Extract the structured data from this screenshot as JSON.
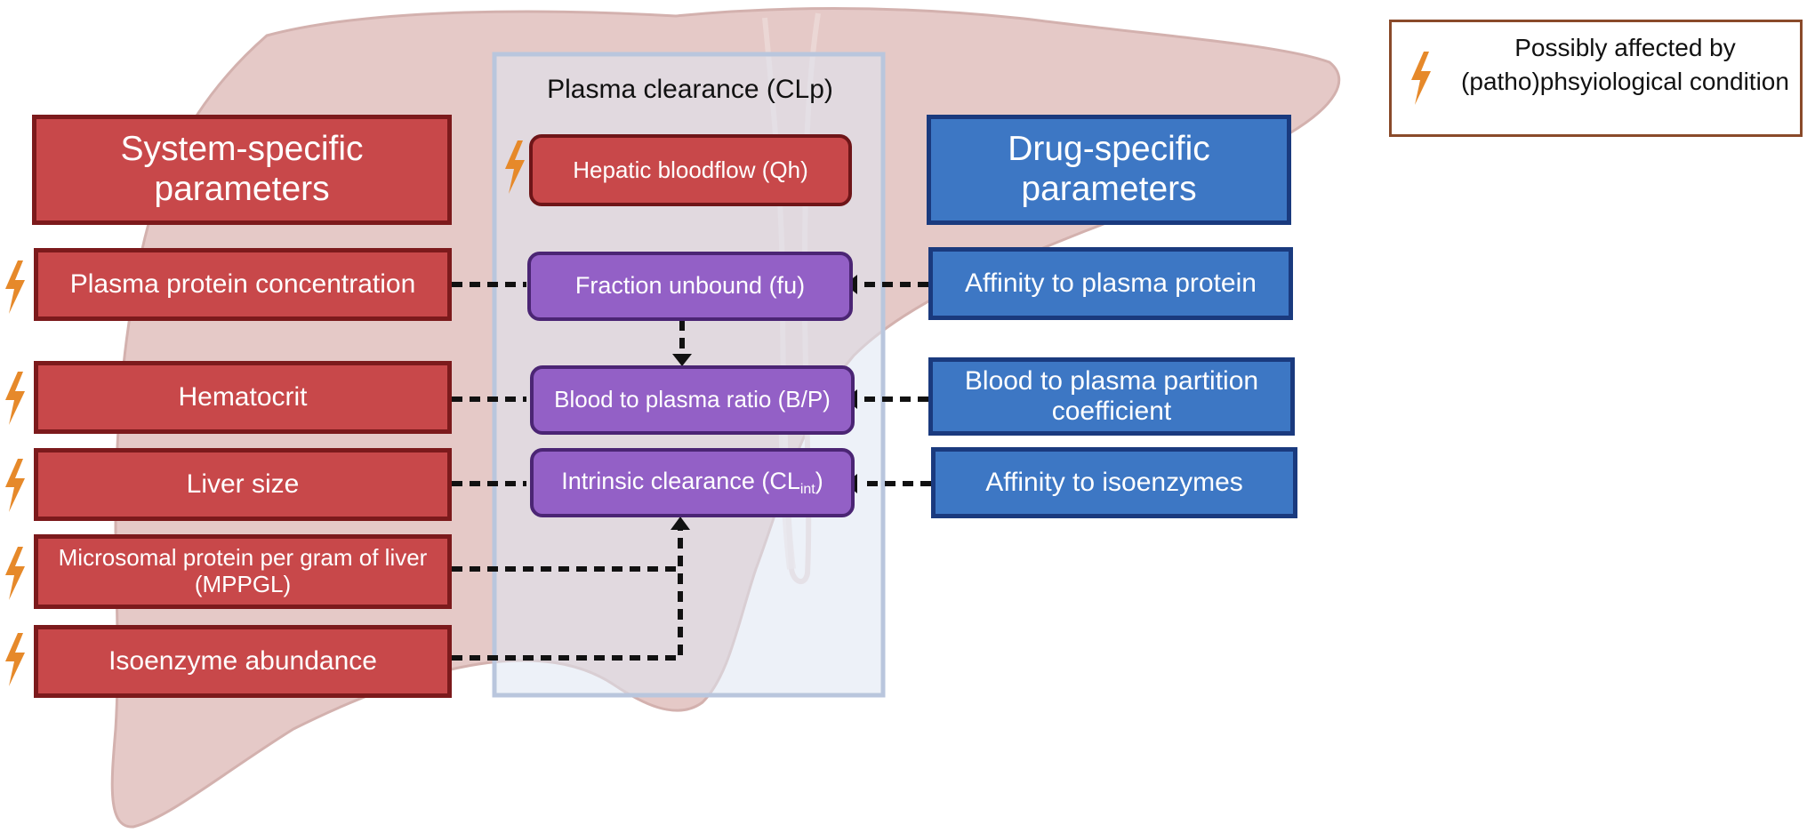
{
  "legend": {
    "text": "Possibly affected by (patho)phsyiological condition",
    "icon": "lightning-bolt-icon",
    "icon_color": "#e6892a"
  },
  "center": {
    "title": "Plasma clearance (CLp)",
    "hepatic_bloodflow": "Hepatic bloodflow (Qh)",
    "fraction_unbound": "Fraction unbound (fu)",
    "blood_plasma_ratio": "Blood to plasma ratio (B/P)",
    "intrinsic_clearance_prefix": "Intrinsic clearance (CL",
    "intrinsic_clearance_sub": "int",
    "intrinsic_clearance_suffix": ")"
  },
  "system": {
    "header": "System-specific parameters",
    "plasma_protein": "Plasma protein concentration",
    "hematocrit": "Hematocrit",
    "liver_size": "Liver size",
    "mppgl": "Microsomal protein per gram of liver (MPPGL)",
    "isoenzyme": "Isoenzyme abundance"
  },
  "drug": {
    "header": "Drug-specific parameters",
    "affinity_plasma": "Affinity to plasma protein",
    "partition": "Blood to plasma partition coefficient",
    "affinity_iso": "Affinity to isoenzymes"
  },
  "colors": {
    "system_fill": "#c8484a",
    "drug_fill": "#3d77c4",
    "center_fill": "#9360c6",
    "bolt": "#e6892a",
    "liver": "#e3c1bf"
  }
}
